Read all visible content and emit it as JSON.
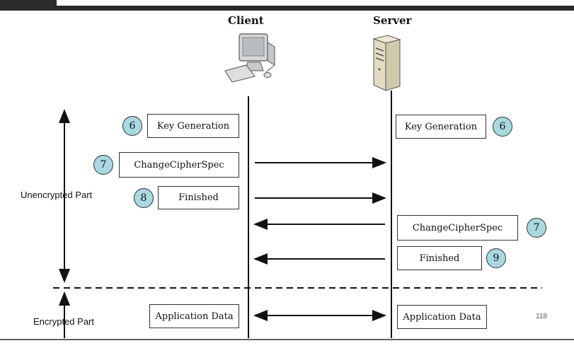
{
  "headers": {
    "client": "Client",
    "server": "Server"
  },
  "side_labels": {
    "unencrypted": "Unencrypted Part",
    "encrypted": "Encrypted Part"
  },
  "client_boxes": {
    "key_generation": "Key Generation",
    "change_cipher_spec": "ChangeCipherSpec",
    "finished": "Finished",
    "application_data": "Application Data"
  },
  "server_boxes": {
    "key_generation": "Key Generation",
    "change_cipher_spec": "ChangeCipherSpec",
    "finished": "Finished",
    "application_data": "Application Data"
  },
  "badges": {
    "client_key_generation": "6",
    "client_change_cipher_spec": "7",
    "client_finished": "8",
    "server_key_generation": "6",
    "server_change_cipher_spec": "7",
    "server_finished": "9"
  },
  "slide_number": "118",
  "colors": {
    "badge_fill": "#a8d8e0",
    "line": "#111111"
  }
}
